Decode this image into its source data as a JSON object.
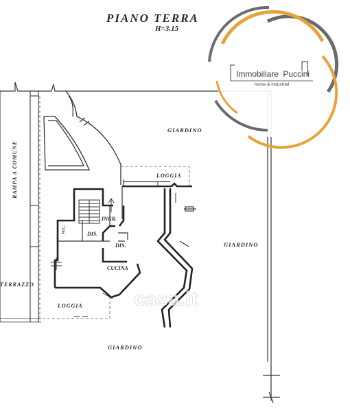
{
  "plan": {
    "title": "PIANO TERRA",
    "height_note": "H=3.15",
    "labels": {
      "giardino_ne": "GIARDINO",
      "giardino_e": "GIARDINO",
      "giardino_s": "GIARDINO",
      "loggia_n": "LOGGIA",
      "loggia_s": "LOGGIA",
      "rampa": "RAMPA A COMUNE",
      "terrazzo": "TERRAZZO",
      "ingr": "INGR.",
      "wc": "W.C.",
      "dis_1": "DIS.",
      "dis_2": "DIS.",
      "cucina": "CUCINA"
    }
  },
  "logo": {
    "brand_a": "Immobiliare",
    "brand_b": "Puccini",
    "tagline": "home & industrial",
    "colors": {
      "orange": "#e8a23a",
      "grey": "#6a6a6a"
    }
  },
  "watermark": {
    "text": "casa.it"
  }
}
